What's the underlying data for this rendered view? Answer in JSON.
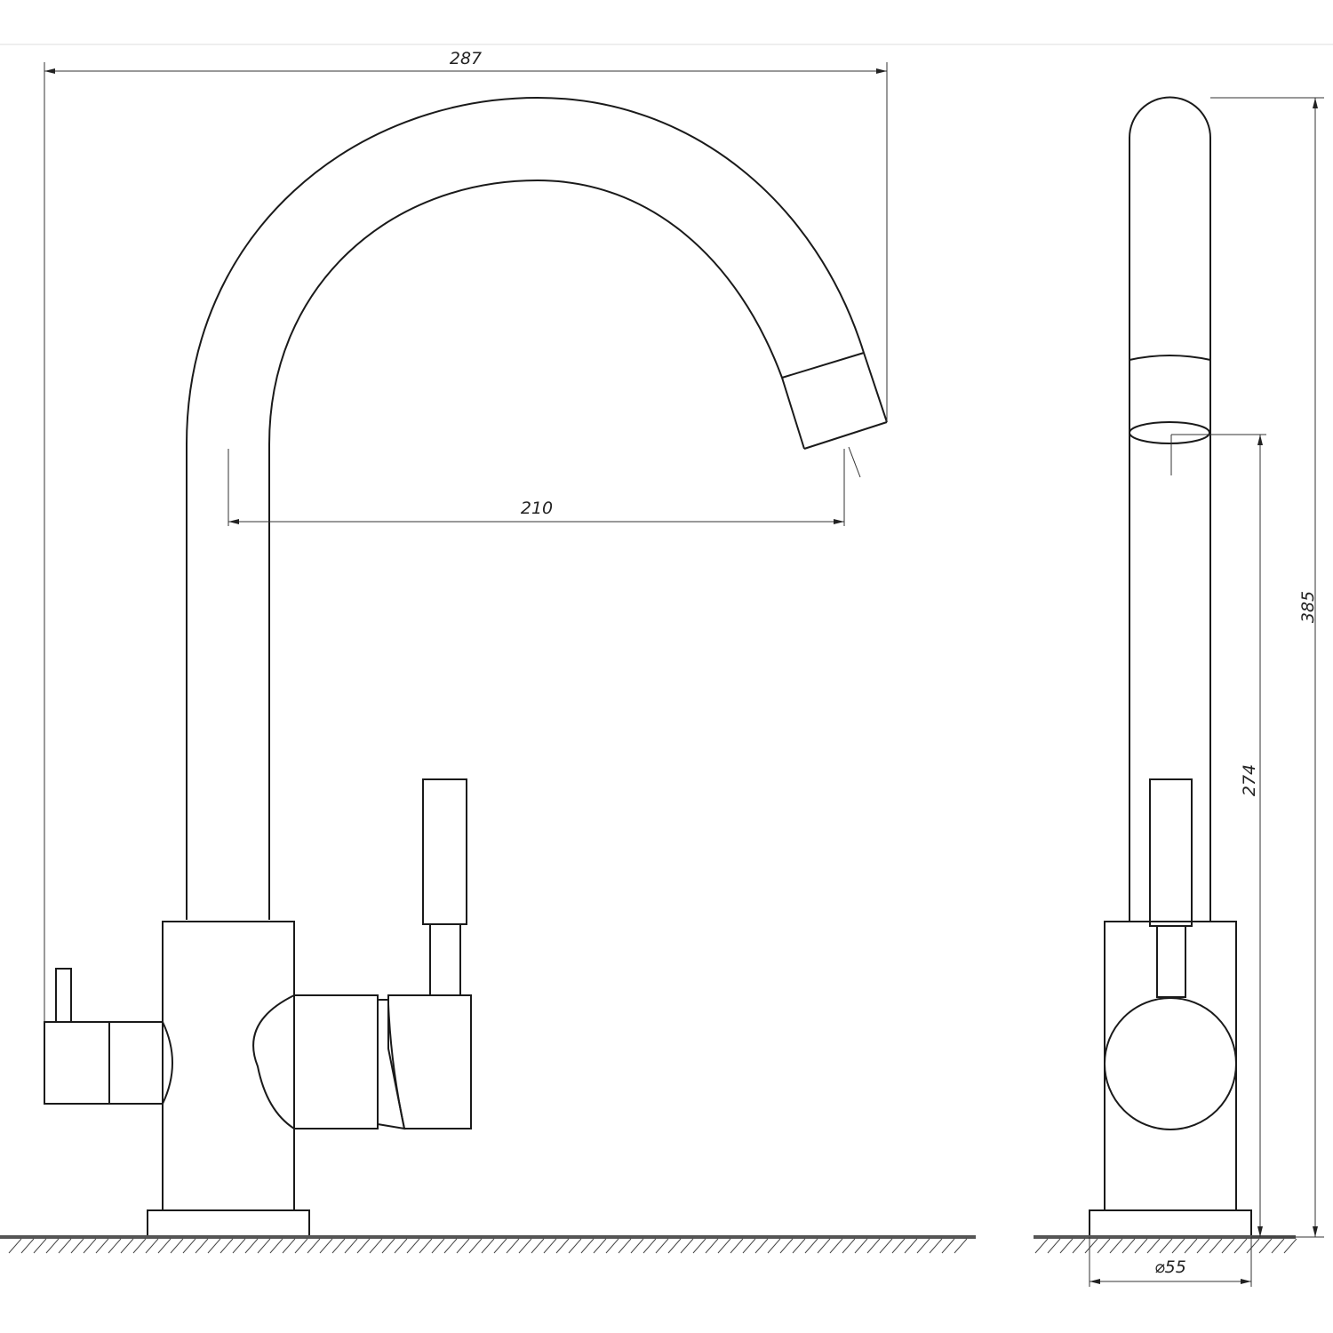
{
  "drawing": {
    "subject": "faucet",
    "line_color": "#1a1a1a",
    "dimensions": {
      "overall_reach": "287",
      "spout_reach": "210",
      "total_height": "385",
      "spout_height": "274",
      "base_diameter": "⌀55"
    }
  }
}
